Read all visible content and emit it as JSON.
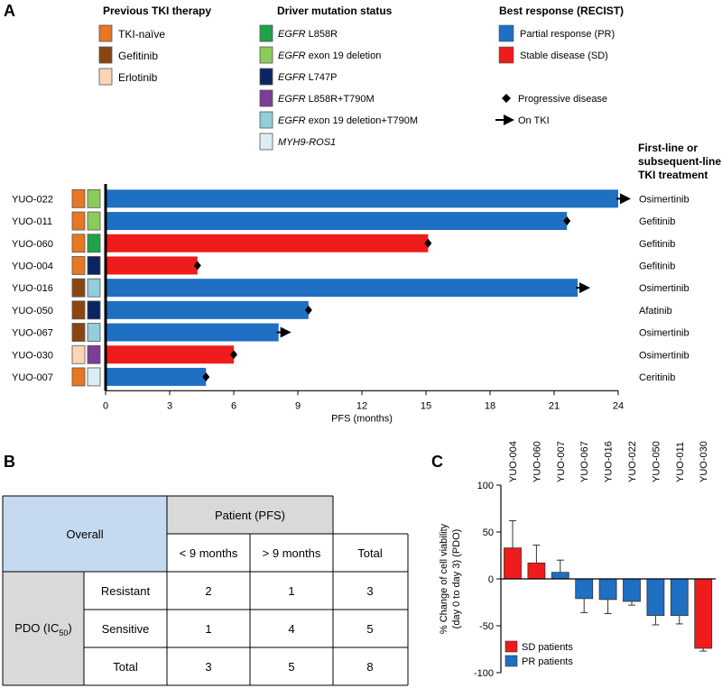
{
  "panel_labels": {
    "a": "A",
    "b": "B",
    "c": "C"
  },
  "legends": {
    "tki_therapy": {
      "title": "Previous TKI therapy",
      "items": [
        {
          "label": "TKI-naïve",
          "color": "#E87722"
        },
        {
          "label": "Gefitinib",
          "color": "#8B4513"
        },
        {
          "label": "Erlotinib",
          "color": "#FCD5B5"
        }
      ]
    },
    "driver_mutation": {
      "title": "Driver mutation status",
      "items": [
        {
          "gene": "EGFR",
          "variant": " L858R",
          "color": "#1EA34A"
        },
        {
          "gene": "EGFR",
          "variant": " exon 19 deletion",
          "color": "#8CCB5B"
        },
        {
          "gene": "EGFR",
          "variant": " L747P",
          "color": "#0C2461"
        },
        {
          "gene": "EGFR",
          "variant": " L858R+T790M",
          "color": "#7D3C98"
        },
        {
          "gene": "EGFR",
          "variant": " exon 19 deletion+T790M",
          "color": "#92CDDC"
        },
        {
          "gene": "MYH9-ROS1",
          "variant": "",
          "color": "#DAEEF3"
        }
      ]
    },
    "best_response": {
      "title": "Best response (RECIST)",
      "items": [
        {
          "label": "Partial response (PR)",
          "color": "#1F6FC2"
        },
        {
          "label": "Stable disease (SD)",
          "color": "#EE1C1C"
        }
      ],
      "progressive_label": "Progressive disease",
      "on_tki_label": "On TKI"
    }
  },
  "treatment_header": [
    "First-line or",
    "subsequent-line",
    "TKI treatment"
  ],
  "chart_data": [
    {
      "type": "bar",
      "orientation": "horizontal",
      "xlabel": "PFS (months)",
      "xlim": [
        0,
        24
      ],
      "xticks": [
        0,
        3,
        6,
        9,
        12,
        15,
        18,
        21,
        24
      ],
      "patients": [
        {
          "id": "YUO-022",
          "pfs": 24.0,
          "response": "PR",
          "end": "on_tki",
          "tki": "TKI-naïve",
          "mutation": "EGFR exon 19 deletion",
          "treatment": "Osimertinib"
        },
        {
          "id": "YUO-011",
          "pfs": 21.6,
          "response": "PR",
          "end": "progressive",
          "tki": "TKI-naïve",
          "mutation": "EGFR exon 19 deletion",
          "treatment": "Gefitinib"
        },
        {
          "id": "YUO-060",
          "pfs": 15.1,
          "response": "SD",
          "end": "progressive",
          "tki": "TKI-naïve",
          "mutation": "EGFR L858R",
          "treatment": "Gefitinib"
        },
        {
          "id": "YUO-004",
          "pfs": 4.3,
          "response": "SD",
          "end": "progressive",
          "tki": "TKI-naïve",
          "mutation": "EGFR L747P",
          "treatment": "Gefitinib"
        },
        {
          "id": "YUO-016",
          "pfs": 22.1,
          "response": "PR",
          "end": "on_tki",
          "tki": "Gefitinib",
          "mutation": "EGFR exon 19 deletion+T790M",
          "treatment": "Osimertinib"
        },
        {
          "id": "YUO-050",
          "pfs": 9.5,
          "response": "PR",
          "end": "progressive",
          "tki": "Gefitinib",
          "mutation": "EGFR L747P",
          "treatment": "Afatinib"
        },
        {
          "id": "YUO-067",
          "pfs": 8.1,
          "response": "PR",
          "end": "on_tki",
          "tki": "Gefitinib",
          "mutation": "EGFR exon 19 deletion+T790M",
          "treatment": "Osimertinib"
        },
        {
          "id": "YUO-030",
          "pfs": 6.0,
          "response": "SD",
          "end": "progressive",
          "tki": "Erlotinib",
          "mutation": "EGFR L858R+T790M",
          "treatment": "Osimertinib"
        },
        {
          "id": "YUO-007",
          "pfs": 4.7,
          "response": "PR",
          "end": "progressive",
          "tki": "TKI-naïve",
          "mutation": "MYH9-ROS1",
          "treatment": "Ceritinib"
        }
      ]
    },
    {
      "type": "bar",
      "ylabel_lines": [
        "% Change of cell viability",
        "(day 0 to day 3) (PDO)"
      ],
      "ylim": [
        -100,
        100
      ],
      "yticks": [
        -100,
        -50,
        0,
        50,
        100
      ],
      "categories": [
        "YUO-004",
        "YUO-060",
        "YUO-007",
        "YUO-067",
        "YUO-016",
        "YUO-022",
        "YUO-050",
        "YUO-011",
        "YUO-030"
      ],
      "values": [
        33,
        17,
        7,
        -21,
        -22,
        -24,
        -39,
        -39,
        -74
      ],
      "errors": [
        29,
        19,
        13,
        15,
        15,
        4,
        10,
        9,
        3
      ],
      "groups": [
        "SD",
        "SD",
        "PR",
        "PR",
        "PR",
        "PR",
        "PR",
        "PR",
        "SD"
      ],
      "legend": [
        {
          "key": "SD",
          "label": "SD patients",
          "color": "#EE1C1C"
        },
        {
          "key": "PR",
          "label": "PR patients",
          "color": "#1F6FC2"
        }
      ]
    }
  ],
  "table": {
    "overall": "Overall",
    "patient_header": "Patient (PFS)",
    "col_lt": "< 9 months",
    "col_gt": "> 9 months",
    "col_total": "Total",
    "pdo_label": "PDO (IC",
    "pdo_sub": "50",
    "pdo_close": ")",
    "rows": [
      {
        "label": "Resistant",
        "lt": "2",
        "gt": "1",
        "total": "3"
      },
      {
        "label": "Sensitive",
        "lt": "1",
        "gt": "4",
        "total": "5"
      },
      {
        "label": "Total",
        "lt": "3",
        "gt": "5",
        "total": "8"
      }
    ]
  }
}
